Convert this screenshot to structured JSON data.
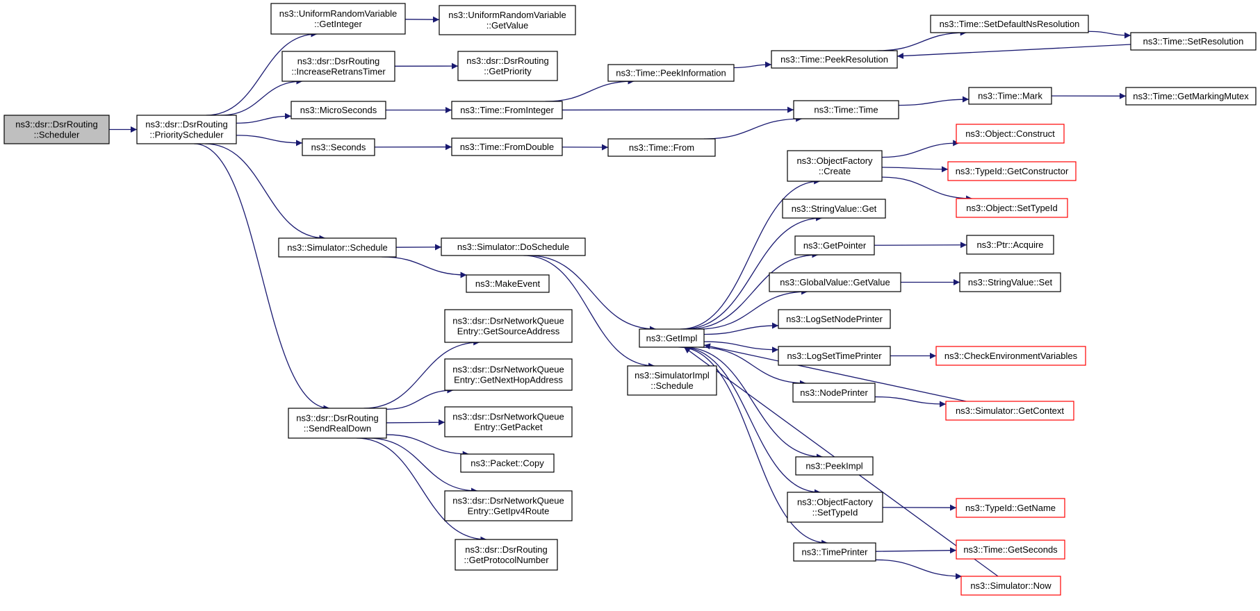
{
  "graph": {
    "style": {
      "edge_color": "#191970",
      "node_border": "#000000",
      "truncated_border": "#ff0000",
      "root_fill": "#bfbfbf",
      "background": "#ffffff"
    },
    "nodes": [
      {
        "id": "sched",
        "lines": [
          "ns3::dsr::DsrRouting",
          "::Scheduler"
        ],
        "kind": "root"
      },
      {
        "id": "prio",
        "lines": [
          "ns3::dsr::DsrRouting",
          "::PriorityScheduler"
        ]
      },
      {
        "id": "urv_getint",
        "lines": [
          "ns3::UniformRandomVariable",
          "::GetInteger"
        ]
      },
      {
        "id": "urv_getval",
        "lines": [
          "ns3::UniformRandomVariable",
          "::GetValue"
        ]
      },
      {
        "id": "incretrans",
        "lines": [
          "ns3::dsr::DsrRouting",
          "::IncreaseRetransTimer"
        ]
      },
      {
        "id": "getprio",
        "lines": [
          "ns3::dsr::DsrRouting",
          "::GetPriority"
        ]
      },
      {
        "id": "micro",
        "lines": [
          "ns3::MicroSeconds"
        ]
      },
      {
        "id": "fromint",
        "lines": [
          "ns3::Time::FromInteger"
        ]
      },
      {
        "id": "peekinfo",
        "lines": [
          "ns3::Time::PeekInformation"
        ]
      },
      {
        "id": "peekres",
        "lines": [
          "ns3::Time::PeekResolution"
        ]
      },
      {
        "id": "setdefns",
        "lines": [
          "ns3::Time::SetDefaultNsResolution"
        ]
      },
      {
        "id": "setres",
        "lines": [
          "ns3::Time::SetResolution"
        ]
      },
      {
        "id": "seconds",
        "lines": [
          "ns3::Seconds"
        ]
      },
      {
        "id": "fromdouble",
        "lines": [
          "ns3::Time::FromDouble"
        ]
      },
      {
        "id": "from",
        "lines": [
          "ns3::Time::From"
        ]
      },
      {
        "id": "time",
        "lines": [
          "ns3::Time::Time"
        ]
      },
      {
        "id": "mark",
        "lines": [
          "ns3::Time::Mark"
        ]
      },
      {
        "id": "markmutex",
        "lines": [
          "ns3::Time::GetMarkingMutex"
        ]
      },
      {
        "id": "simsched",
        "lines": [
          "ns3::Simulator::Schedule"
        ]
      },
      {
        "id": "dosched",
        "lines": [
          "ns3::Simulator::DoSchedule"
        ]
      },
      {
        "id": "makeevent",
        "lines": [
          "ns3::MakeEvent"
        ]
      },
      {
        "id": "getimpl",
        "lines": [
          "ns3::GetImpl"
        ]
      },
      {
        "id": "simimpl",
        "lines": [
          "ns3::SimulatorImpl",
          "::Schedule"
        ]
      },
      {
        "id": "ofcreate",
        "lines": [
          "ns3::ObjectFactory",
          "::Create"
        ]
      },
      {
        "id": "objconstruct",
        "lines": [
          "ns3::Object::Construct"
        ],
        "kind": "trunc"
      },
      {
        "id": "getctor",
        "lines": [
          "ns3::TypeId::GetConstructor"
        ],
        "kind": "trunc"
      },
      {
        "id": "settypeid",
        "lines": [
          "ns3::Object::SetTypeId"
        ],
        "kind": "trunc"
      },
      {
        "id": "strget",
        "lines": [
          "ns3::StringValue::Get"
        ]
      },
      {
        "id": "getpointer",
        "lines": [
          "ns3::GetPointer"
        ]
      },
      {
        "id": "ptracquire",
        "lines": [
          "ns3::Ptr::Acquire"
        ]
      },
      {
        "id": "gvgetval",
        "lines": [
          "ns3::GlobalValue::GetValue"
        ]
      },
      {
        "id": "strset",
        "lines": [
          "ns3::StringValue::Set"
        ]
      },
      {
        "id": "lognode",
        "lines": [
          "ns3::LogSetNodePrinter"
        ]
      },
      {
        "id": "logtime",
        "lines": [
          "ns3::LogSetTimePrinter"
        ]
      },
      {
        "id": "checkenv",
        "lines": [
          "ns3::CheckEnvironmentVariables"
        ],
        "kind": "trunc"
      },
      {
        "id": "nodeprinter",
        "lines": [
          "ns3::NodePrinter"
        ]
      },
      {
        "id": "getcontext",
        "lines": [
          "ns3::Simulator::GetContext"
        ],
        "kind": "trunc"
      },
      {
        "id": "peekimpl",
        "lines": [
          "ns3::PeekImpl"
        ]
      },
      {
        "id": "ofsettype",
        "lines": [
          "ns3::ObjectFactory",
          "::SetTypeId"
        ]
      },
      {
        "id": "getname",
        "lines": [
          "ns3::TypeId::GetName"
        ],
        "kind": "trunc"
      },
      {
        "id": "timeprinter",
        "lines": [
          "ns3::TimePrinter"
        ]
      },
      {
        "id": "getsecs",
        "lines": [
          "ns3::Time::GetSeconds"
        ],
        "kind": "trunc"
      },
      {
        "id": "simnow",
        "lines": [
          "ns3::Simulator::Now"
        ],
        "kind": "trunc"
      },
      {
        "id": "sendreal",
        "lines": [
          "ns3::dsr::DsrRouting",
          "::SendRealDown"
        ]
      },
      {
        "id": "getsrc",
        "lines": [
          "ns3::dsr::DsrNetworkQueue",
          "Entry::GetSourceAddress"
        ]
      },
      {
        "id": "getnexthop",
        "lines": [
          "ns3::dsr::DsrNetworkQueue",
          "Entry::GetNextHopAddress"
        ]
      },
      {
        "id": "getpacket",
        "lines": [
          "ns3::dsr::DsrNetworkQueue",
          "Entry::GetPacket"
        ]
      },
      {
        "id": "pktcopy",
        "lines": [
          "ns3::Packet::Copy"
        ]
      },
      {
        "id": "getipv4",
        "lines": [
          "ns3::dsr::DsrNetworkQueue",
          "Entry::GetIpv4Route"
        ]
      },
      {
        "id": "getproto",
        "lines": [
          "ns3::dsr::DsrRouting",
          "::GetProtocolNumber"
        ]
      }
    ],
    "edges": [
      [
        "sched",
        "prio"
      ],
      [
        "prio",
        "urv_getint"
      ],
      [
        "urv_getint",
        "urv_getval"
      ],
      [
        "prio",
        "incretrans"
      ],
      [
        "incretrans",
        "getprio"
      ],
      [
        "prio",
        "micro"
      ],
      [
        "micro",
        "fromint"
      ],
      [
        "fromint",
        "peekinfo"
      ],
      [
        "peekinfo",
        "peekres"
      ],
      [
        "peekres",
        "setdefns"
      ],
      [
        "setdefns",
        "setres"
      ],
      [
        "setres",
        "peekres"
      ],
      [
        "fromint",
        "time"
      ],
      [
        "prio",
        "seconds"
      ],
      [
        "seconds",
        "fromdouble"
      ],
      [
        "fromdouble",
        "from"
      ],
      [
        "from",
        "time"
      ],
      [
        "time",
        "mark"
      ],
      [
        "mark",
        "markmutex"
      ],
      [
        "prio",
        "simsched"
      ],
      [
        "simsched",
        "dosched"
      ],
      [
        "simsched",
        "makeevent"
      ],
      [
        "dosched",
        "getimpl"
      ],
      [
        "dosched",
        "simimpl"
      ],
      [
        "getimpl",
        "ofcreate"
      ],
      [
        "ofcreate",
        "objconstruct"
      ],
      [
        "ofcreate",
        "getctor"
      ],
      [
        "ofcreate",
        "settypeid"
      ],
      [
        "getimpl",
        "strget"
      ],
      [
        "getimpl",
        "getpointer"
      ],
      [
        "getpointer",
        "ptracquire"
      ],
      [
        "getimpl",
        "gvgetval"
      ],
      [
        "gvgetval",
        "strset"
      ],
      [
        "getimpl",
        "lognode"
      ],
      [
        "getimpl",
        "logtime"
      ],
      [
        "logtime",
        "checkenv"
      ],
      [
        "getimpl",
        "nodeprinter"
      ],
      [
        "nodeprinter",
        "getcontext"
      ],
      [
        "getcontext",
        "getimpl"
      ],
      [
        "getimpl",
        "peekimpl"
      ],
      [
        "getimpl",
        "ofsettype"
      ],
      [
        "ofsettype",
        "getname"
      ],
      [
        "getimpl",
        "timeprinter"
      ],
      [
        "timeprinter",
        "getsecs"
      ],
      [
        "timeprinter",
        "simnow"
      ],
      [
        "simnow",
        "getimpl"
      ],
      [
        "prio",
        "sendreal"
      ],
      [
        "sendreal",
        "getsrc"
      ],
      [
        "sendreal",
        "getnexthop"
      ],
      [
        "sendreal",
        "getpacket"
      ],
      [
        "sendreal",
        "pktcopy"
      ],
      [
        "sendreal",
        "getipv4"
      ],
      [
        "sendreal",
        "getproto"
      ]
    ]
  }
}
